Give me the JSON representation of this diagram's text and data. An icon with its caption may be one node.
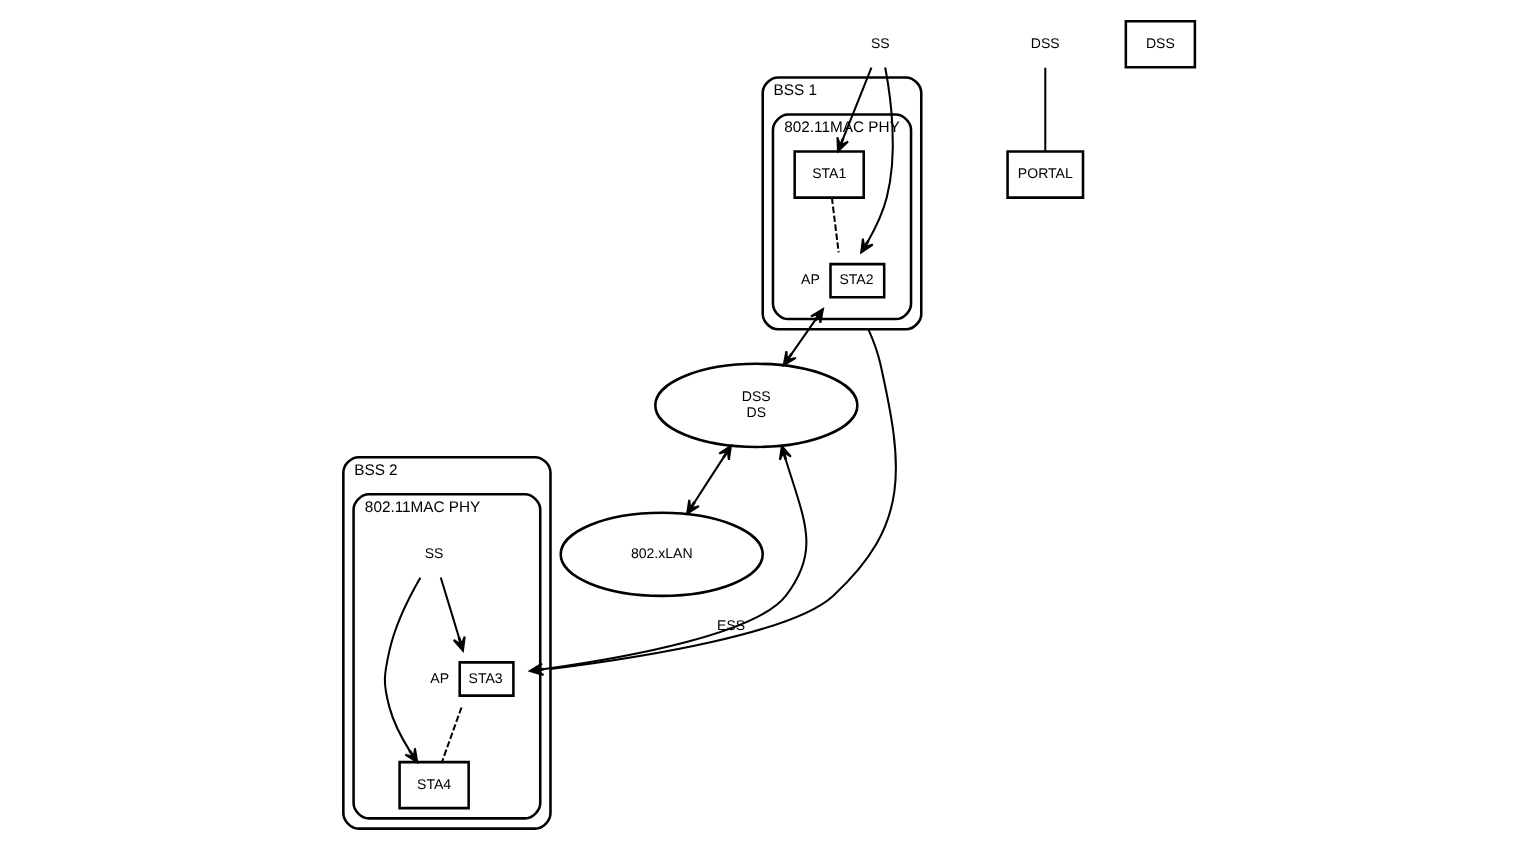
{
  "diagram": {
    "nodes": [
      {
        "text": [
          "BSS 1"
        ]
      },
      {
        "text": [
          "802.11MAC PHY"
        ],
        "in": 0
      },
      {
        "text": [
          "STA1"
        ],
        "in": 1
      },
      {
        "text": [
          "STA2"
        ],
        "in": 1,
        "beside": [
          "AP"
        ]
      },
      {
        "text": [
          "SS"
        ]
      },
      {
        "text": [
          "DSS",
          "DS"
        ]
      },
      {
        "text": [
          "PORTAL"
        ]
      },
      {
        "text": [
          "DSS"
        ]
      },
      {
        "text": [
          "802.xLAN"
        ]
      },
      {
        "text": [
          "BSS 2"
        ]
      },
      {
        "text": [
          "802.11MAC PHY"
        ],
        "in": 9
      },
      {
        "text": [
          "STA3"
        ],
        "in": 10,
        "beside": [
          "AP"
        ]
      },
      {
        "text": [
          "STA4"
        ],
        "in": 10
      },
      {
        "text": [
          "SS"
        ],
        "in": 10
      },
      {
        "text": [
          "DSS"
        ]
      }
    ],
    "edges": [
      {
        "from": 4,
        "to": 2,
        "arrow": "to"
      },
      {
        "from": 4,
        "to": 3,
        "arrow": "to"
      },
      {
        "from": 2,
        "to": 3,
        "arrow": "none",
        "style": "dashed"
      },
      {
        "from": 3,
        "to": 5,
        "arrow": "both"
      },
      {
        "from": 5,
        "to": 8,
        "arrow": "both"
      },
      {
        "from": 7,
        "to": 6,
        "arrow": "none"
      },
      {
        "from": 5,
        "to": 11,
        "arrow": "both"
      },
      {
        "from": 13,
        "to": 11,
        "arrow": "to"
      },
      {
        "from": 13,
        "to": 12,
        "arrow": "to"
      },
      {
        "from": 11,
        "to": 12,
        "arrow": "none",
        "style": "dashed"
      },
      {
        "from": 0,
        "to": 9,
        "arrow": "none",
        "label": "ESS"
      }
    ]
  }
}
